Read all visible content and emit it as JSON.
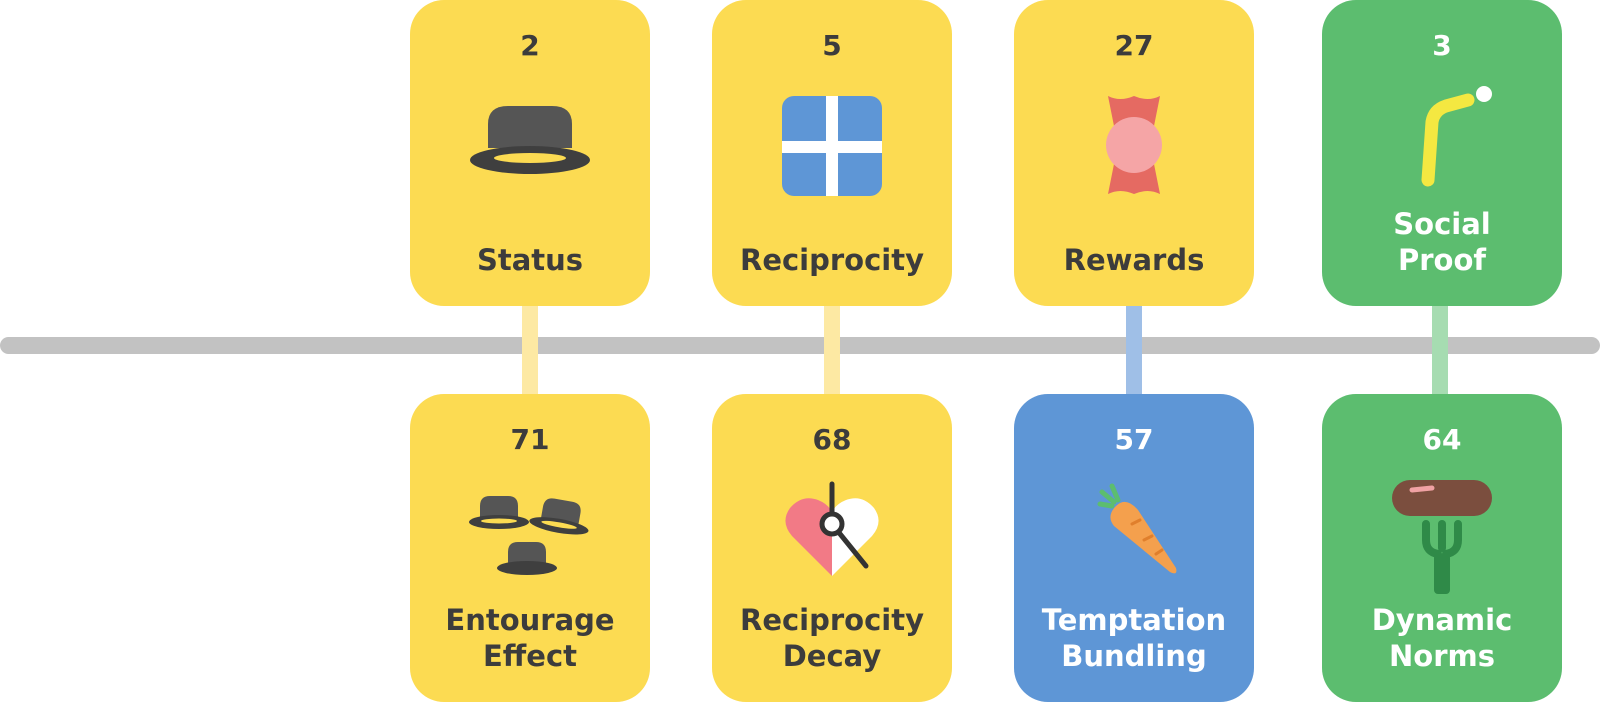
{
  "colors": {
    "yellow": "#fcdb52",
    "green": "#5cbd6f",
    "blue": "#5e96d6",
    "text_dark": "#3c3c3c",
    "text_light": "#ffffff",
    "axis": "#c2c2c2",
    "connector_yellow": "#fde9a3",
    "connector_blue": "#9fbfe7",
    "connector_green": "#a6dcb1"
  },
  "cards": {
    "status": {
      "number": "2",
      "label_lines": [
        "Status"
      ],
      "icon": "bowler-hat-icon"
    },
    "reciprocity": {
      "number": "5",
      "label_lines": [
        "Reciprocity"
      ],
      "icon": "gift-box-icon"
    },
    "rewards": {
      "number": "27",
      "label_lines": [
        "Rewards"
      ],
      "icon": "candy-icon"
    },
    "social_proof": {
      "number": "3",
      "label_lines": [
        "Social",
        "Proof"
      ],
      "icon": "putting-golf-icon"
    },
    "entourage_effect": {
      "number": "71",
      "label_lines": [
        "Entourage",
        "Effect"
      ],
      "icon": "three-hats-icon"
    },
    "reciprocity_decay": {
      "number": "68",
      "label_lines": [
        "Reciprocity",
        "Decay"
      ],
      "icon": "heart-clock-icon"
    },
    "temptation_bundling": {
      "number": "57",
      "label_lines": [
        "Temptation",
        "Bundling"
      ],
      "icon": "carrot-icon"
    },
    "dynamic_norms": {
      "number": "64",
      "label_lines": [
        "Dynamic",
        "Norms"
      ],
      "icon": "sausage-fork-icon"
    }
  }
}
